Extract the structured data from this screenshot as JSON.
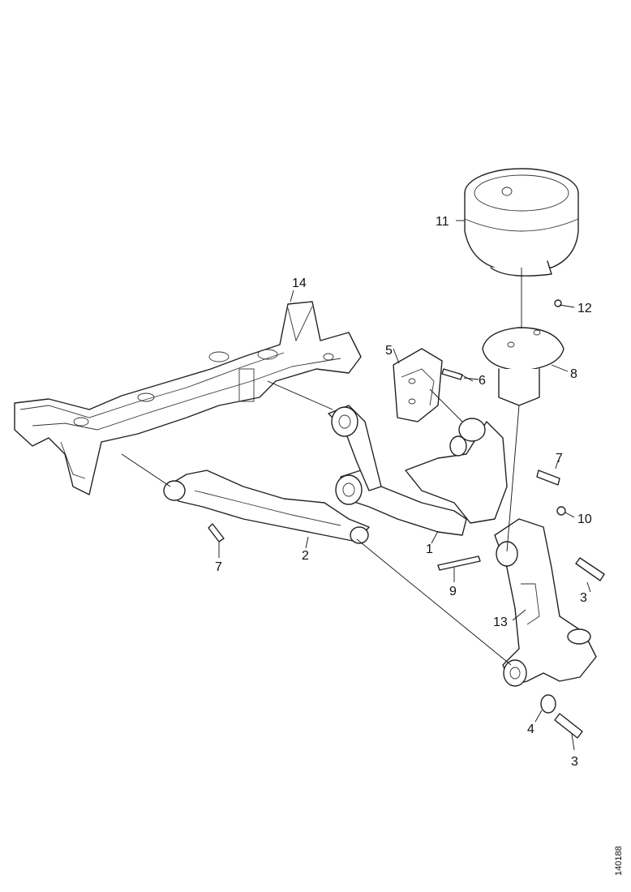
{
  "figure_id": "140188",
  "callouts": [
    {
      "id": "c1",
      "label": "1"
    },
    {
      "id": "c2",
      "label": "2"
    },
    {
      "id": "c3a",
      "label": "3"
    },
    {
      "id": "c3b",
      "label": "3"
    },
    {
      "id": "c4",
      "label": "4"
    },
    {
      "id": "c5",
      "label": "5"
    },
    {
      "id": "c6",
      "label": "6"
    },
    {
      "id": "c7a",
      "label": "7"
    },
    {
      "id": "c7b",
      "label": "7"
    },
    {
      "id": "c8",
      "label": "8"
    },
    {
      "id": "c9",
      "label": "9"
    },
    {
      "id": "c10",
      "label": "10"
    },
    {
      "id": "c11",
      "label": "11"
    },
    {
      "id": "c12",
      "label": "12"
    },
    {
      "id": "c13",
      "label": "13"
    },
    {
      "id": "c14",
      "label": "14"
    }
  ]
}
